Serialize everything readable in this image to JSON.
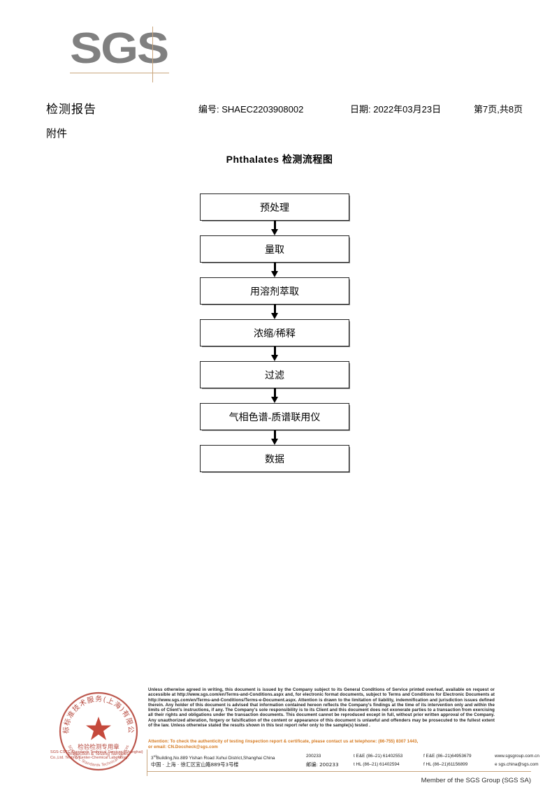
{
  "logo": {
    "text": "SGS",
    "rule_color": "#c9a57c",
    "text_color": "#808080"
  },
  "header": {
    "report_title": "检测报告",
    "report_no": "编号: SHAEC2203908002",
    "report_date": "日期: 2022年03月23日",
    "page_info": "第7页,共8页",
    "attachment_label": "附件"
  },
  "flow": {
    "title": "Phthalates 检测流程图",
    "nodes": [
      {
        "label": "预处理"
      },
      {
        "label": "量取"
      },
      {
        "label": "用溶剂萃取"
      },
      {
        "label": "浓缩/稀释"
      },
      {
        "label": "过滤"
      },
      {
        "label": "气相色谱-质谱联用仪"
      },
      {
        "label": "数据"
      }
    ]
  },
  "stamp": {
    "outer_text": "通标标准技术服务(上海)有限公司",
    "inner_text_cn": "检验检测专用章",
    "inner_text_en": "Inspection & Testing Services",
    "sub_text_en": "SGS-CSTC Standards Technical Services (Shanghai) Co.,Ltd.",
    "sub_text_en2": "Testing Center-Chemical Laboratory.",
    "color": "#b03a2e"
  },
  "footer": {
    "legal": "Unless otherwise agreed in writing, this document is issued by the Company subject to its General Conditions of Service printed overleaf, available on request or accessible at http://www.sgs.com/en/Terms-and-Conditions.aspx and, for electronic format documents, subject to Terms and Conditions for Electronic Documents at http://www.sgs.com/en/Terms-and-Conditions/Terms-e-Document.aspx. Attention is drawn to the limitation of liability, indemnification and jurisdiction issues defined therein. Any holder of this document is advised that information contained hereon reflects the Company's findings at the time of its intervention only and within the limits of Client's instructions, if any. The Company's sole responsibility is to its Client and this document does not exonerate parties to a transaction from exercising all their rights and obligations under the transaction documents. This document cannot be reproduced except in full, without prior written approval of the Company. Any unauthorized alteration, forgery or falsification of the content or appearance of this document is unlawful and offenders may be prosecuted to the fullest extent of the law. Unless otherwise stated the results shown in this test report refer only to the sample(s) tested .",
    "attention_line1": "Attention: To check the authenticity of testing /inspection report & certificate, please contact us at telephone: (86-755) 8307 1443,",
    "attention_line2": "or email: CN.Doccheck@sgs.com",
    "attention_color": "#d4761a",
    "address_en": "Building,No.889 Yishan Road Xuhui District,Shanghai China",
    "address_en_prefix": "3",
    "address_en_sup": "rd",
    "address_cn": "中国 · 上海 · 徐汇区宜山路889号3号楼",
    "zip_en": "200233",
    "zip_cn_label": "邮编: 200233",
    "tel_ee": "t E&E (86–21) 61402553",
    "fax_ee": "f E&E (86–21)64953679",
    "tel_hl": "t HL (86–21) 61402594",
    "fax_hl": "f HL (86–21)61156899",
    "website": "www.sgsgroup.com.cn",
    "email": "e  sgs.china@sgs.com",
    "member_line": "Member of the SGS Group (SGS SA)"
  }
}
